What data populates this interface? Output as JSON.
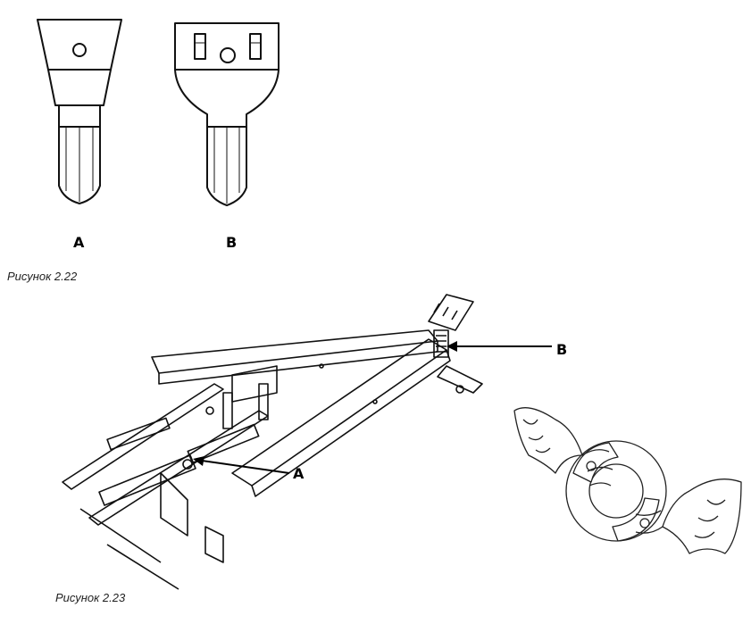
{
  "figure_2_22": {
    "label_a": "A",
    "label_b": "B",
    "caption": "Рисунок 2.22"
  },
  "figure_2_23": {
    "label_a": "A",
    "label_b": "B",
    "caption": "Рисунок 2.23"
  }
}
